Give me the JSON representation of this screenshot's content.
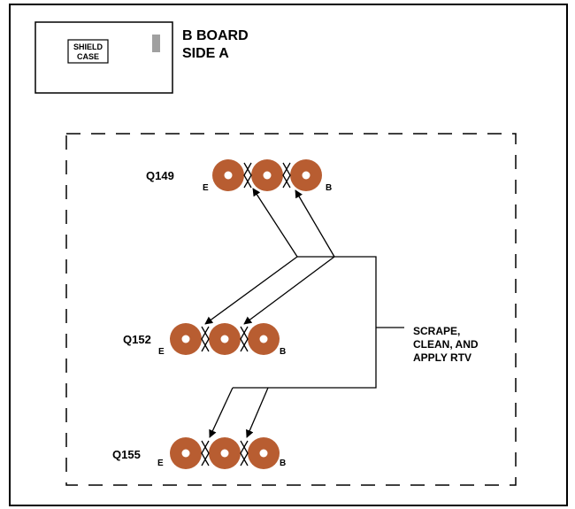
{
  "inset": {
    "shield_line1": "SHIELD",
    "shield_line2": "CASE",
    "board_line1": "B BOARD",
    "board_line2": "SIDE A"
  },
  "transistors": [
    {
      "ref": "Q149",
      "emitter": "E",
      "base": "B"
    },
    {
      "ref": "Q152",
      "emitter": "E",
      "base": "B"
    },
    {
      "ref": "Q155",
      "emitter": "E",
      "base": "B"
    }
  ],
  "note": {
    "line1": "SCRAPE,",
    "line2": "CLEAN, AND",
    "line3": "APPLY RTV"
  },
  "colors": {
    "pad": "#b85d31",
    "pad_hole": "#ffffff",
    "tab": "#a0a0a0",
    "line": "#000000"
  }
}
